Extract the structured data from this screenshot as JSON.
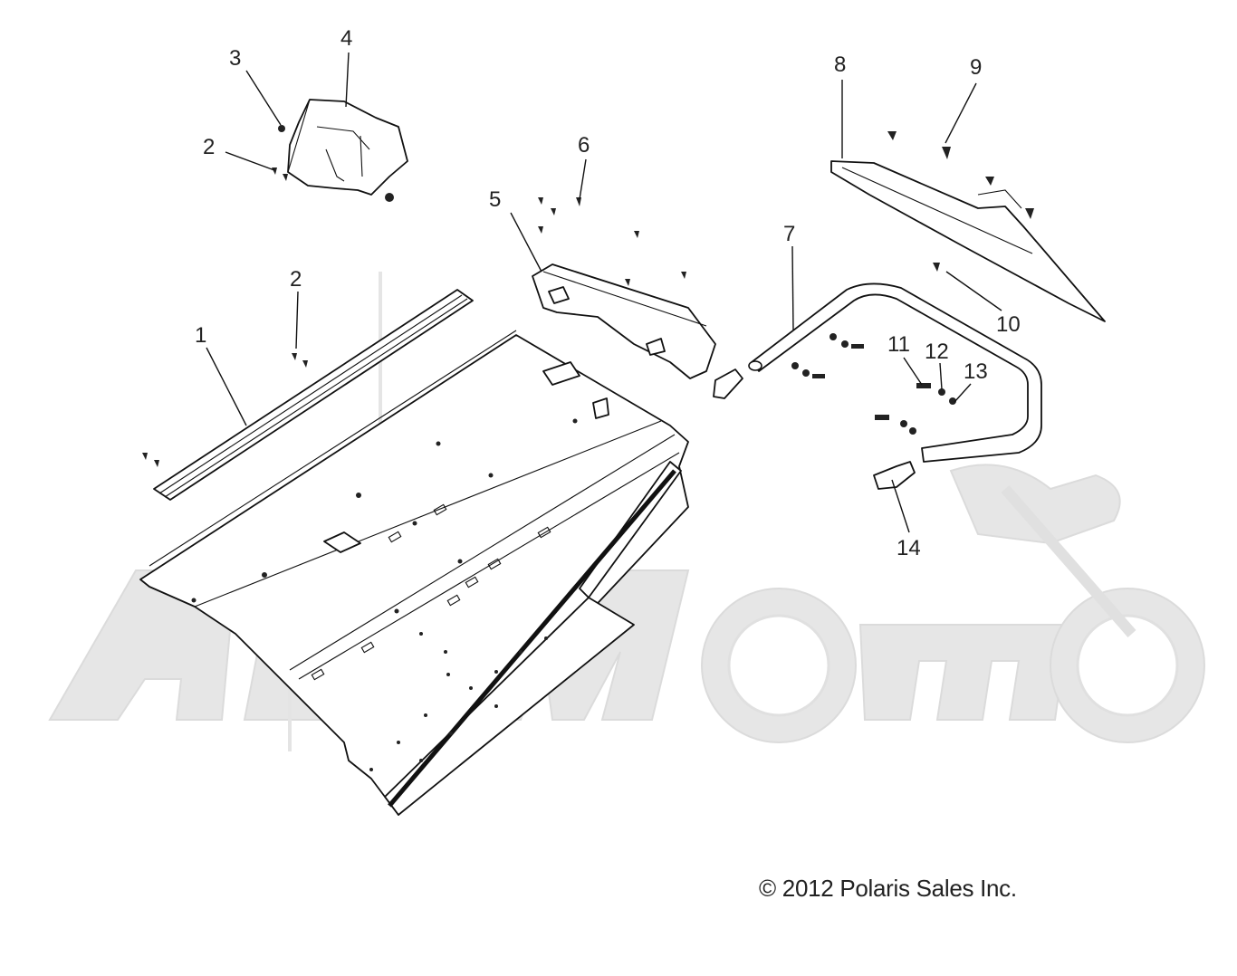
{
  "diagram": {
    "callouts": {
      "c1": "1",
      "c2a": "2",
      "c2b": "2",
      "c3": "3",
      "c4": "4",
      "c5": "5",
      "c6": "6",
      "c7": "7",
      "c8": "8",
      "c9": "9",
      "c10": "10",
      "c11": "11",
      "c12": "12",
      "c13": "13",
      "c14": "14"
    },
    "copyright": "© 2012 Polaris Sales Inc."
  },
  "watermark": {
    "logo_color": "#e4e4e4"
  },
  "colors": {
    "line": "#111111",
    "background": "#ffffff"
  }
}
